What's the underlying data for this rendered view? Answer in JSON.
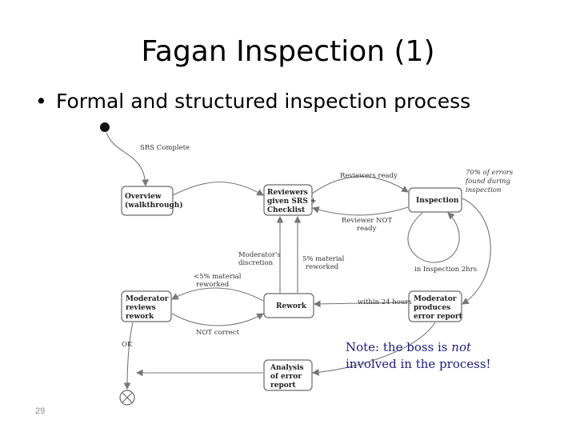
{
  "slide": {
    "title": "Fagan Inspection (1)",
    "bullet": "Formal and structured inspection process",
    "note_line1": "Note: the boss is ",
    "note_emph": "not",
    "note_line2": "involved in the process!",
    "slide_number": "29"
  },
  "diagram": {
    "nodes": {
      "overview": [
        "Overview",
        "(walkthrough)"
      ],
      "reviewers": [
        "Reviewers",
        "given SRS +",
        "Checklist"
      ],
      "inspection": [
        "Inspection"
      ],
      "moderator_reviews": [
        "Moderator",
        "reviews",
        "rework"
      ],
      "rework": [
        "Rework"
      ],
      "moderator_produces": [
        "Moderator",
        "produces",
        "error report"
      ],
      "analysis": [
        "Analysis",
        "of error",
        "report"
      ]
    },
    "labels": {
      "srs_complete": "SRS Complete",
      "reviewers_ready": "Reviewers ready",
      "errors_found": [
        "70% of errors",
        "found during",
        "inspection"
      ],
      "reviewer_not_ready": [
        "Reviewer NOT",
        "ready"
      ],
      "moderator_discretion": [
        "Moderator's",
        "discretion"
      ],
      "material_reworked_gt": [
        "5% material",
        "reworked"
      ],
      "material_reworked_lt": [
        "<5% material",
        "reworked"
      ],
      "in_inspection": "in Inspection 2hrs",
      "within_24": "within 24 hours",
      "not_correct": "NOT correct",
      "ok": "OK"
    }
  }
}
